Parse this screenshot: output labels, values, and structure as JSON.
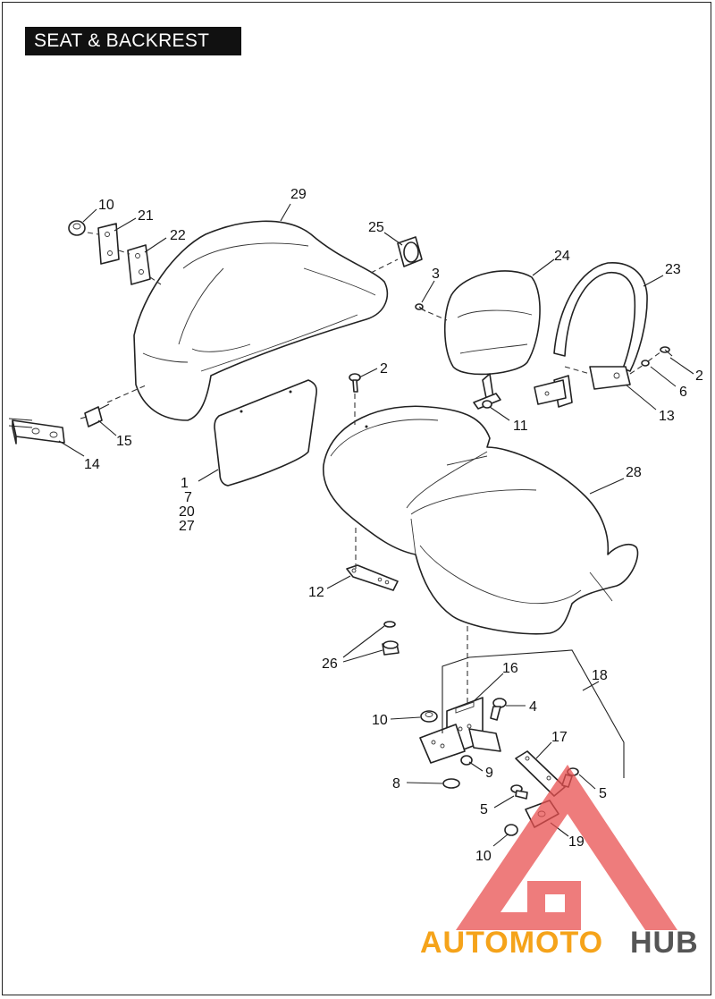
{
  "title": "SEAT & BACKREST",
  "callouts": {
    "c29": "29",
    "c10a": "10",
    "c21": "21",
    "c22": "22",
    "c25": "25",
    "c3": "3",
    "c24": "24",
    "c23": "23",
    "c2a": "2",
    "c2b": "2",
    "c6": "6",
    "c13": "13",
    "c11": "11",
    "c15": "15",
    "c14": "14",
    "c1": "1",
    "c7": "7",
    "c20": "20",
    "c27": "27",
    "c28": "28",
    "c12": "12",
    "c26": "26",
    "c16": "16",
    "c18": "18",
    "c4": "4",
    "c10b": "10",
    "c17": "17",
    "c9": "9",
    "c8": "8",
    "c5a": "5",
    "c5b": "5",
    "c19": "19",
    "c10c": "10"
  },
  "watermark": {
    "part1": "AUTOMOTO",
    "part2": "HUB",
    "color_red": "#e85050",
    "color_orange": "#f5a31a",
    "color_gray": "#555555"
  }
}
